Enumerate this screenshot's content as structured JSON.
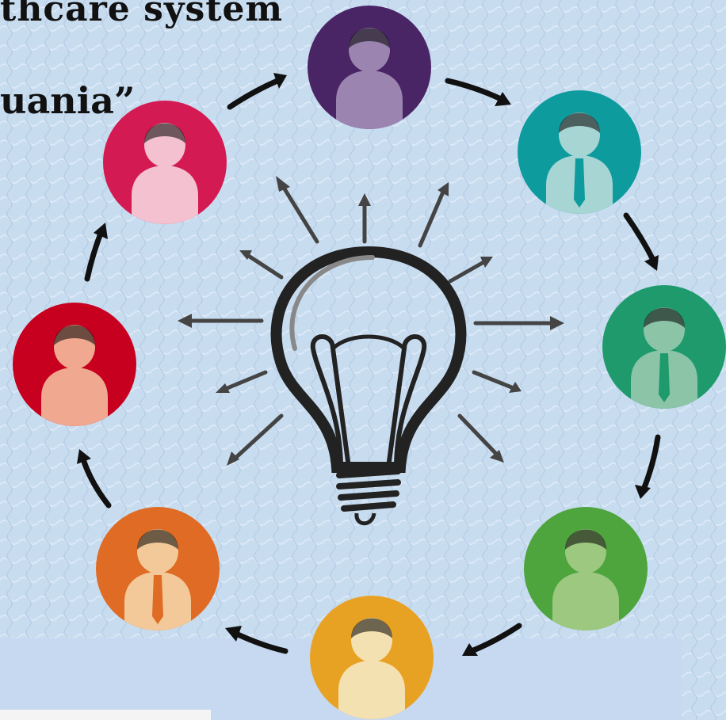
{
  "slide": {
    "title_line_1": "thcare system",
    "title_line_2": "uania”"
  },
  "diagram": {
    "center_icon": "lightbulb-icon",
    "arrow_icon": "curved-arrow-icon",
    "people": [
      {
        "name": "person-top",
        "shirt": "#9b85b0",
        "bg": "#4a2565",
        "tie": false
      },
      {
        "name": "person-top-right",
        "shirt": "#a6d5d3",
        "bg": "#0e9b9e",
        "tie": true
      },
      {
        "name": "person-right",
        "shirt": "#8cc4a8",
        "bg": "#1f9a6c",
        "tie": true
      },
      {
        "name": "person-bottom-right",
        "shirt": "#9cc880",
        "bg": "#4ea43d",
        "tie": false
      },
      {
        "name": "person-bottom",
        "shirt": "#f4e1b2",
        "bg": "#e8a223",
        "tie": false
      },
      {
        "name": "person-bottom-left",
        "shirt": "#f3c99a",
        "bg": "#df6b24",
        "tie": true
      },
      {
        "name": "person-left",
        "shirt": "#f0a890",
        "bg": "#c8001f",
        "tie": false
      },
      {
        "name": "person-top-left",
        "shirt": "#f3c1cf",
        "bg": "#d41a52",
        "tie": false
      }
    ]
  }
}
